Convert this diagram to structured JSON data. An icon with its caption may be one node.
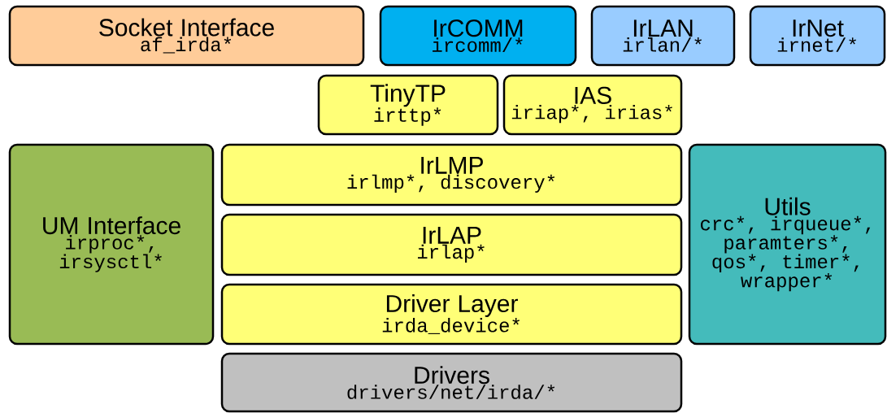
{
  "diagram": {
    "nodes": [
      {
        "text": [
          "Socket Interface",
          "af_irda*"
        ]
      },
      {
        "text": [
          "IrCOMM",
          "ircomm/*"
        ]
      },
      {
        "text": [
          "IrLAN",
          "irlan/*"
        ]
      },
      {
        "text": [
          "IrNet",
          "irnet/*"
        ]
      },
      {
        "text": [
          "TinyTP",
          "irttp*"
        ]
      },
      {
        "text": [
          "IAS",
          "iriap*, irias*"
        ]
      },
      {
        "text": [
          "UM Interface",
          "irproc*, irsysctl*"
        ]
      },
      {
        "text": [
          "IrLMP",
          "irlmp*, discovery*"
        ]
      },
      {
        "text": [
          "IrLAP",
          "irlap*"
        ]
      },
      {
        "text": [
          "Driver Layer",
          "irda_device*"
        ]
      },
      {
        "text": [
          "Utils",
          "crc*, irqueue*, paramters*, qos*, timer*, wrapper*"
        ]
      },
      {
        "text": [
          "Drivers",
          "drivers/net/irda/*"
        ]
      }
    ]
  }
}
